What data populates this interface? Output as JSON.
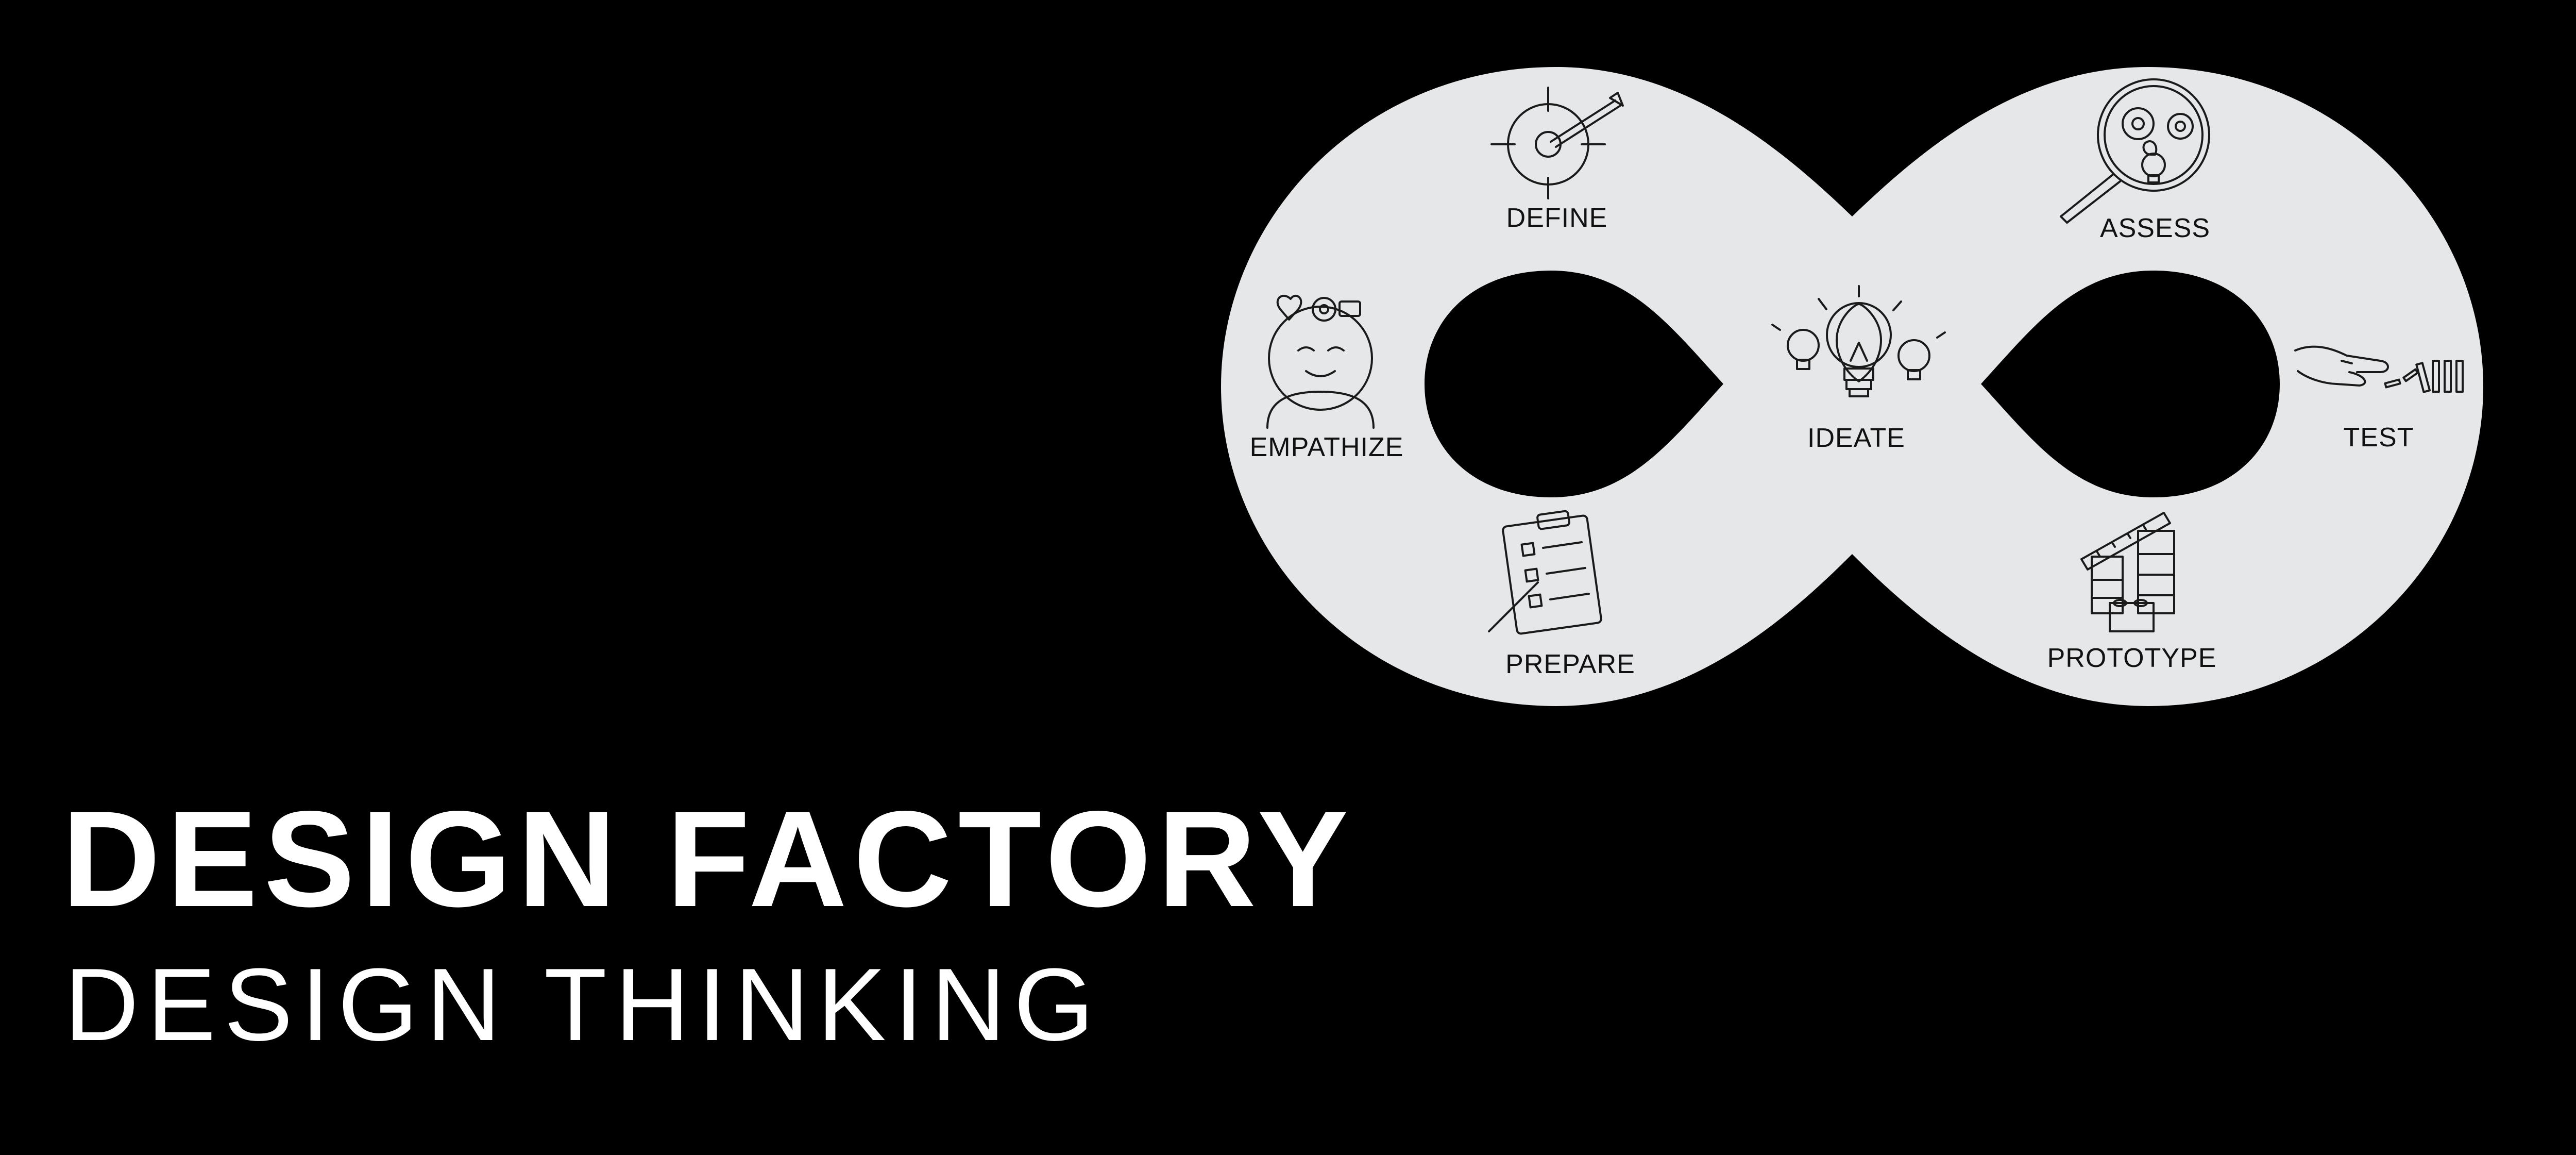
{
  "brand": {
    "title": "DESIGN FACTORY",
    "subtitle": "DESIGN THINKING"
  },
  "cycle": {
    "stages": [
      {
        "id": "define",
        "label": "DEFINE",
        "icon": "target-icon"
      },
      {
        "id": "empathize",
        "label": "EMPATHIZE",
        "icon": "thinking-head-icon"
      },
      {
        "id": "prepare",
        "label": "PREPARE",
        "icon": "checklist-clipboard-icon"
      },
      {
        "id": "ideate",
        "label": "IDEATE",
        "icon": "lightbulbs-icon"
      },
      {
        "id": "assess",
        "label": "ASSESS",
        "icon": "magnifier-gears-icon"
      },
      {
        "id": "test",
        "label": "TEST",
        "icon": "hand-dominoes-icon"
      },
      {
        "id": "prototype",
        "label": "PROTOTYPE",
        "icon": "building-blocks-icon"
      }
    ]
  },
  "colors": {
    "background": "#000000",
    "loop_fill": "#e6e7e8",
    "ink": "#111111",
    "title_text": "#ffffff"
  }
}
